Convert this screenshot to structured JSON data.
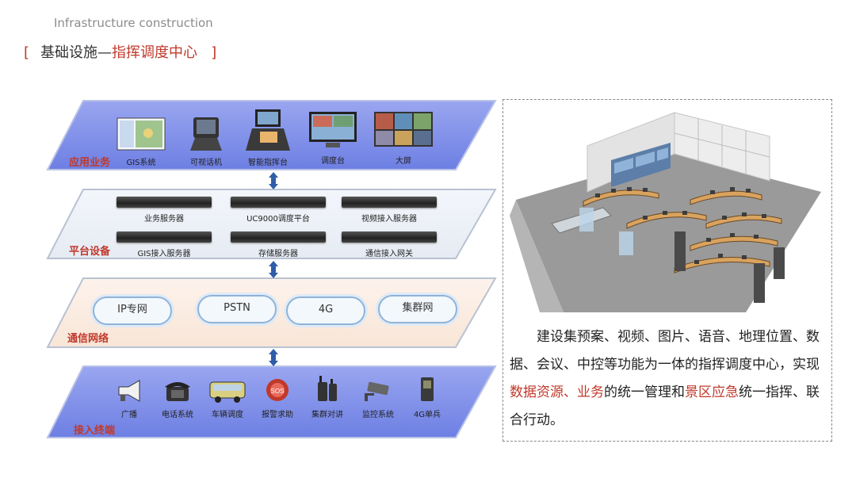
{
  "header": {
    "subtitle": "Infrastructure construction",
    "bracket_open": "[",
    "title_prefix": "基础设施—",
    "title_highlight": "指挥调度中心",
    "bracket_close": "]"
  },
  "layers": {
    "application": {
      "label": "应用业务",
      "devices": [
        "GIS系统",
        "可视话机",
        "智能指挥台",
        "调度台",
        "大屏"
      ]
    },
    "platform": {
      "label": "平台设备",
      "servers": [
        "业务服务器",
        "UC9000调度平台",
        "视频接入服务器",
        "GIS接入服务器",
        "存储服务器",
        "通信接入网关"
      ]
    },
    "network": {
      "label": "通信网络",
      "clouds": [
        "IP专网",
        "PSTN",
        "4G",
        "集群网"
      ]
    },
    "access": {
      "label": "接入终端",
      "devices": [
        "广播",
        "电话系统",
        "车辆调度",
        "报警求助",
        "集群对讲",
        "监控系统",
        "4G单兵"
      ],
      "sos_text": "SOS"
    }
  },
  "description": {
    "part1": "建设集预案、视频、图片、语音、地理位置、数据、会议、中控等功能为一体的指挥调度中心，实现",
    "red1": "数据资源、业务",
    "part2": "的统一管理和",
    "red2": "景区应急",
    "part3": "统一指挥、联合行动。"
  },
  "colors": {
    "accent_red": "#c0392b",
    "layer_blue": "#7f8ee8",
    "layer_light": "#edf1f8",
    "layer_peach": "#fbece1",
    "border": "#aab9cc"
  }
}
